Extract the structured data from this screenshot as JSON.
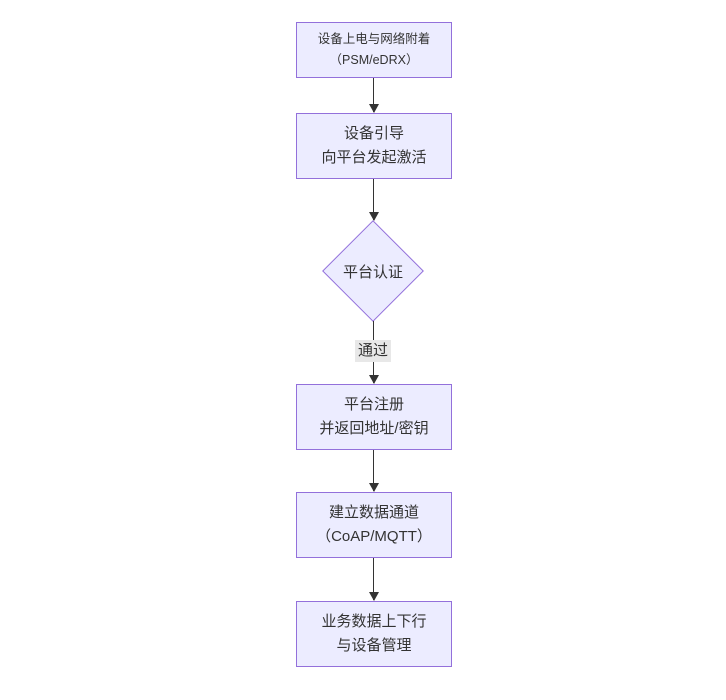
{
  "flowchart": {
    "type": "flowchart-top-down",
    "colors": {
      "background": "#ffffff",
      "node_fill": "#ECECFF",
      "node_border": "#9370DB",
      "edge_line": "#333333",
      "text": "#333333",
      "edge_label_bg": "#e8e8e8"
    },
    "nodes": {
      "power_attach": {
        "shape": "rect",
        "line1": "设备上电与网络附着",
        "line2": "（PSM/eDRX）"
      },
      "bootstrap": {
        "shape": "rect",
        "line1": "设备引导",
        "line2": "向平台发起激活"
      },
      "platform_auth": {
        "shape": "diamond",
        "label": "平台认证"
      },
      "register": {
        "shape": "rect",
        "line1": "平台注册",
        "line2": "并返回地址/密钥"
      },
      "data_channel": {
        "shape": "rect",
        "line1": "建立数据通道",
        "line2": "（CoAP/MQTT）"
      },
      "business": {
        "shape": "rect",
        "line1": "业务数据上下行",
        "line2": "与设备管理"
      }
    },
    "edges": {
      "auth_pass_label": "通过"
    }
  }
}
